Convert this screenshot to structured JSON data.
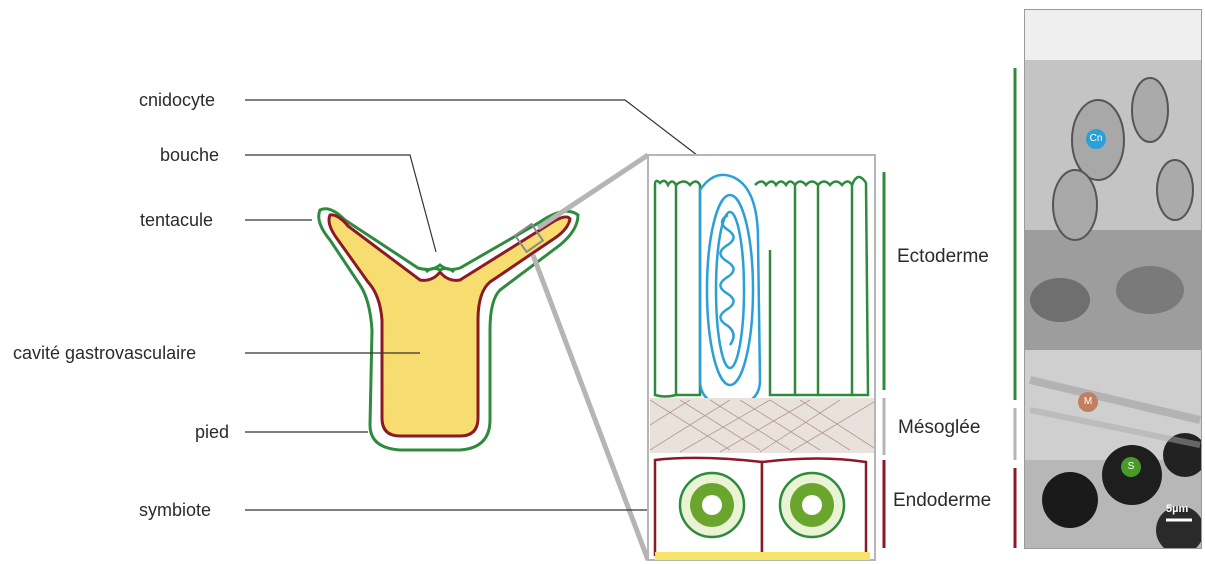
{
  "labels": {
    "cnidocyte": "cnidocyte",
    "bouche": "bouche",
    "tentacule": "tentacule",
    "cavite": "cavité gastrovasculaire",
    "pied": "pied",
    "symbiote": "symbiote"
  },
  "layers": {
    "ectoderme": "Ectoderme",
    "mesoglee": "Mésoglée",
    "endoderme": "Endoderme"
  },
  "micrograph": {
    "cn_badge": "Cn",
    "m_badge": "M",
    "s_badge": "S",
    "scale_bar": "5µm"
  },
  "colors": {
    "ectoderm_green": "#2e8b3e",
    "endoderm_red": "#8b1a24",
    "cavity_yellow": "#f7dc6f",
    "mesoglea_grey": "#b5b5b5",
    "cnidocyte_blue": "#2a9fd8"
  }
}
